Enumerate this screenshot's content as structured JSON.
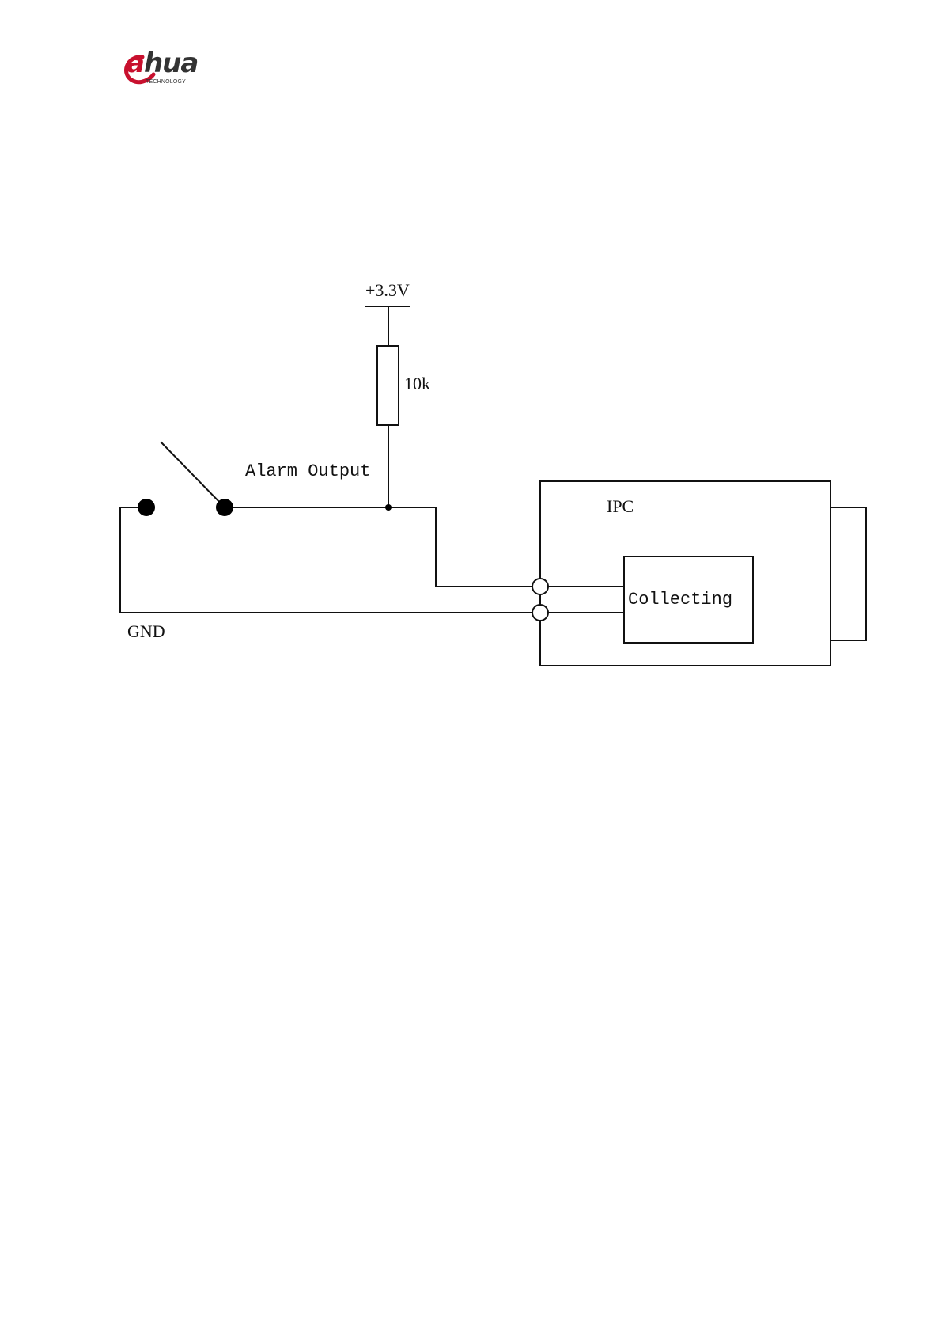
{
  "logo": {
    "brand_prefix": "a",
    "brand_suffix": "hua",
    "tagline": "TECHNOLOGY",
    "accent_color": "#c8102e"
  },
  "diagram": {
    "supply_label": "+3.3V",
    "resistor_label": "10k",
    "alarm_label": "Alarm Output",
    "ipc_label": "IPC",
    "collecting_label": "Collecting",
    "gnd_label": "GND"
  }
}
